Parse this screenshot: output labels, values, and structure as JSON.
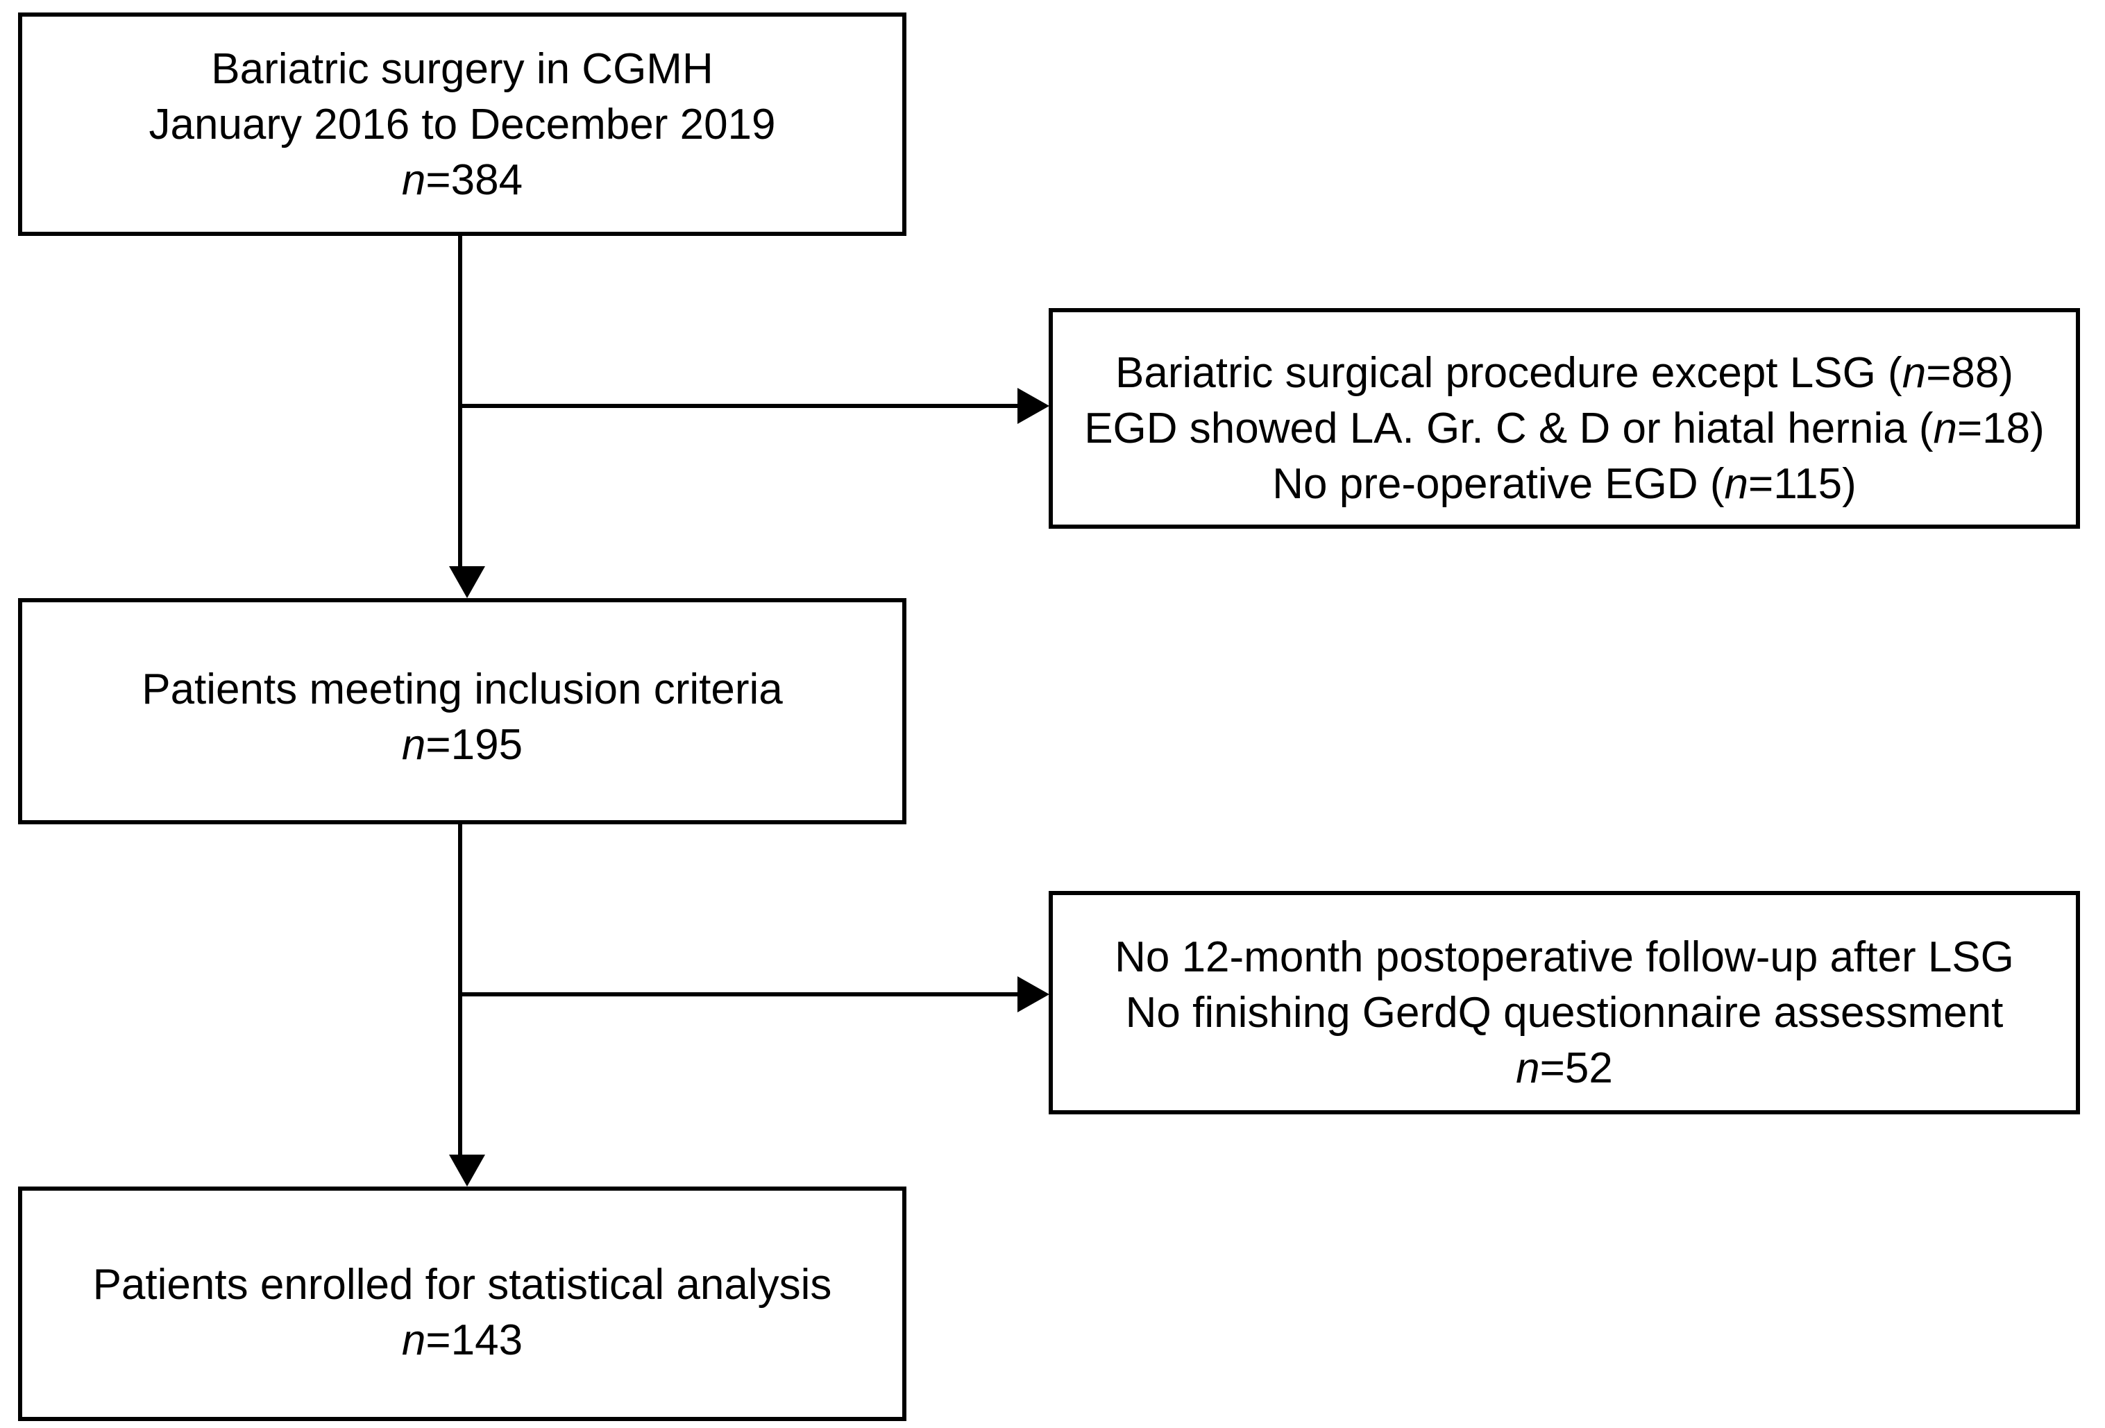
{
  "diagram": {
    "type": "patient-flow-diagram",
    "nodes": [
      {
        "id": "enrollment",
        "name": "bariatric-surgery-source-population",
        "lines": [
          "Bariatric surgery in CGMH",
          "January 2016 to December 2019",
          "n=384"
        ],
        "count": 384
      },
      {
        "id": "exclusion-1",
        "name": "first-exclusion-criteria",
        "lines": [
          "Bariatric surgical procedure except LSG (n=88)",
          "EGD showed LA. Gr. C & D or hiatal hernia (n=18)",
          "No pre-operative EGD (n=115)"
        ],
        "counts": [
          88,
          18,
          115
        ]
      },
      {
        "id": "inclusion",
        "name": "patients-meeting-inclusion-criteria",
        "lines": [
          "Patients meeting inclusion criteria",
          "n=195"
        ],
        "count": 195
      },
      {
        "id": "exclusion-2",
        "name": "second-exclusion-criteria",
        "lines": [
          "No 12-month postoperative follow-up after LSG",
          "No finishing GerdQ questionnaire assessment",
          "n=52"
        ],
        "count": 52
      },
      {
        "id": "enrolled",
        "name": "patients-enrolled-for-statistical-analysis",
        "lines": [
          "Patients enrolled for statistical analysis",
          "n=143"
        ],
        "count": 143
      }
    ],
    "box1": {
      "line1": "Bariatric surgery in CGMH",
      "line2": "January 2016 to December 2019",
      "n_italic": "n",
      "n_value": "=384"
    },
    "box2": {
      "line1": "Patients meeting inclusion criteria",
      "n_italic": "n",
      "n_value": "=195"
    },
    "box3": {
      "line1": "Patients enrolled for statistical analysis",
      "n_italic": "n",
      "n_value": "=143"
    },
    "excl1": {
      "line1_pre": "Bariatric surgical procedure except LSG (",
      "line1_n": "n",
      "line1_post": "=88)",
      "line2_pre": "EGD showed LA. Gr. C & D or hiatal hernia (",
      "line2_n": "n",
      "line2_post": "=18)",
      "line3_pre": "No pre-operative EGD (",
      "line3_n": "n",
      "line3_post": "=115)"
    },
    "excl2": {
      "line1": "No 12-month postoperative follow-up after LSG",
      "line2": "No finishing GerdQ questionnaire assessment",
      "n_italic": "n",
      "n_value": "=52"
    },
    "colors": {
      "stroke": "#000000",
      "background": "#ffffff",
      "text": "#000000"
    }
  }
}
